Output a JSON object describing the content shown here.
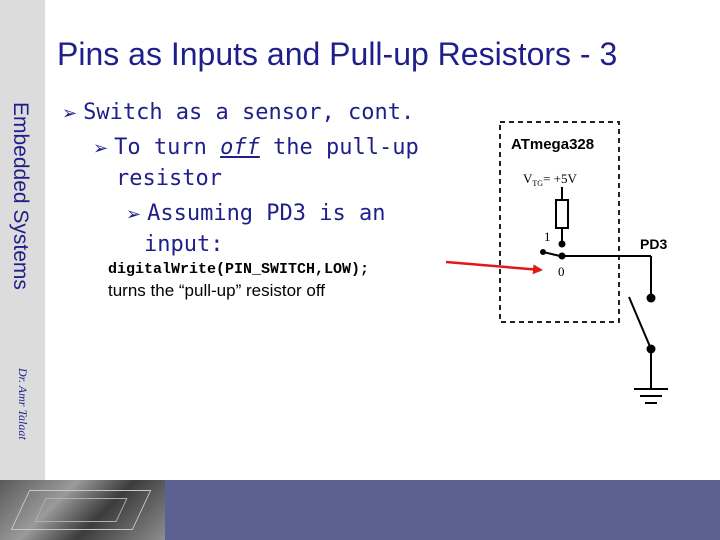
{
  "slide": {
    "title": "Pins as Inputs and Pull-up Resistors - 3",
    "side_title": "Embedded Systems",
    "author": "Dr. Amr Talaat"
  },
  "bullets": {
    "b1": "Switch as a sensor, cont.",
    "b2_pre": "To turn ",
    "b2_em": "off",
    "b2_post": " the pull-up",
    "b2_line2": "resistor",
    "b3_line1": "Assuming PD3 is an",
    "b3_line2": "input:"
  },
  "code": {
    "line": "digitalWrite(PIN_SWITCH,LOW);",
    "description": "turns the “pull-up” resistor off"
  },
  "diagram": {
    "chip_label": "ATmega328",
    "vcc_label": "V",
    "vcc_sub": "TG",
    "vcc_value": "= +5V",
    "one_label": "1",
    "zero_label": "0",
    "pin_label": "PD3"
  },
  "colors": {
    "accent": "#1f1f8a",
    "arrow": "#e01818",
    "footer": "#5b6191",
    "sidebar": "#dcdcdc"
  }
}
